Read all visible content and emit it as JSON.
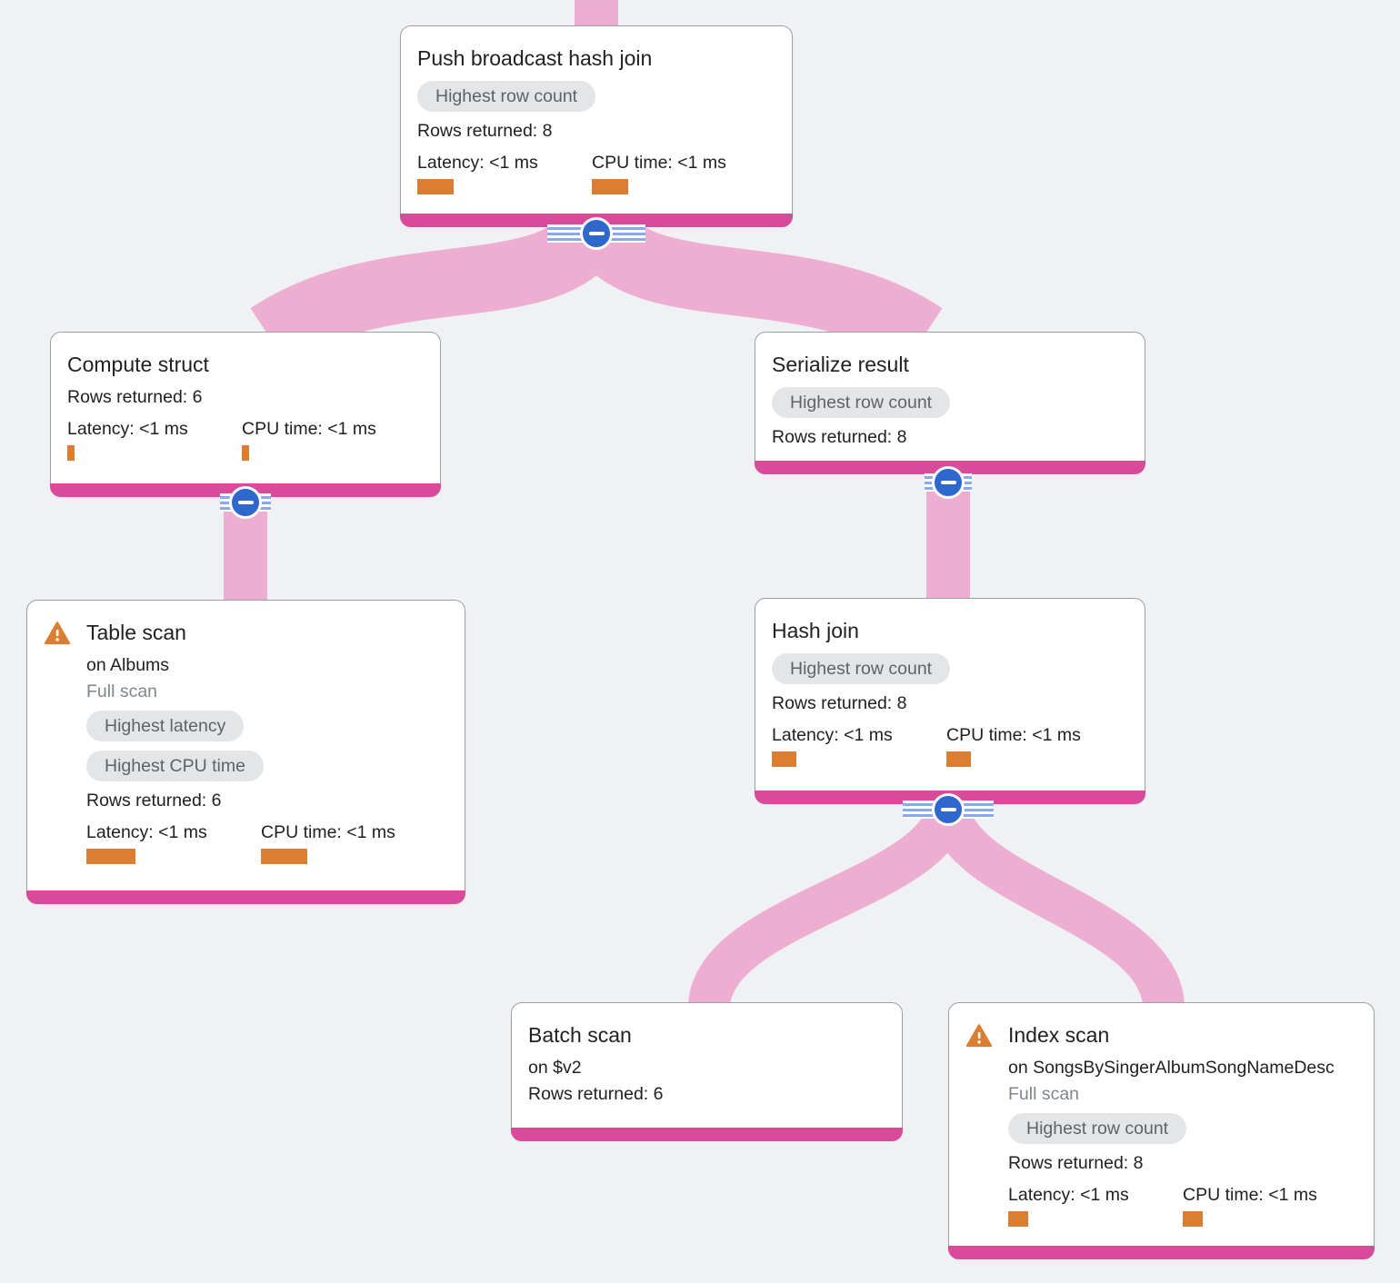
{
  "diagram": {
    "background": "#eff1f3",
    "link_color": "#edaed1",
    "node_footer_color": "#d94a9b",
    "metric_bar_color": "#dc7e32",
    "collapse_button_color": "#2f68cd",
    "collapse_icon": "minus"
  },
  "nodes": [
    {
      "id": "push-broadcast-hash-join",
      "title": "Push broadcast hash join",
      "badges": [
        "Highest row count"
      ],
      "rows": "Rows returned: 8",
      "latency_label": "Latency: <1 ms",
      "cpu_label": "CPU time: <1 ms",
      "latency_bar": 40,
      "cpu_bar": 40
    },
    {
      "id": "compute-struct",
      "title": "Compute struct",
      "rows": "Rows returned: 6",
      "latency_label": "Latency: <1 ms",
      "cpu_label": "CPU time: <1 ms",
      "latency_bar": 8,
      "cpu_bar": 8
    },
    {
      "id": "serialize-result",
      "title": "Serialize result",
      "badges": [
        "Highest row count"
      ],
      "rows": "Rows returned: 8"
    },
    {
      "id": "table-scan",
      "title": "Table scan",
      "warning": true,
      "target": "on Albums",
      "scan_type": "Full scan",
      "badges": [
        "Highest latency",
        "Highest CPU time"
      ],
      "rows": "Rows returned: 6",
      "latency_label": "Latency: <1 ms",
      "cpu_label": "CPU time: <1 ms",
      "latency_bar": 54,
      "cpu_bar": 51
    },
    {
      "id": "hash-join",
      "title": "Hash join",
      "badges": [
        "Highest row count"
      ],
      "rows": "Rows returned: 8",
      "latency_label": "Latency: <1 ms",
      "cpu_label": "CPU time: <1 ms",
      "latency_bar": 27,
      "cpu_bar": 27
    },
    {
      "id": "batch-scan",
      "title": "Batch scan",
      "target": "on $v2",
      "rows": "Rows returned: 6"
    },
    {
      "id": "index-scan",
      "title": "Index scan",
      "warning": true,
      "target": "on SongsBySingerAlbumSongNameDesc",
      "scan_type": "Full scan",
      "badges": [
        "Highest row count"
      ],
      "rows": "Rows returned: 8",
      "latency_label": "Latency: <1 ms",
      "cpu_label": "CPU time: <1 ms",
      "latency_bar": 22,
      "cpu_bar": 22
    }
  ]
}
